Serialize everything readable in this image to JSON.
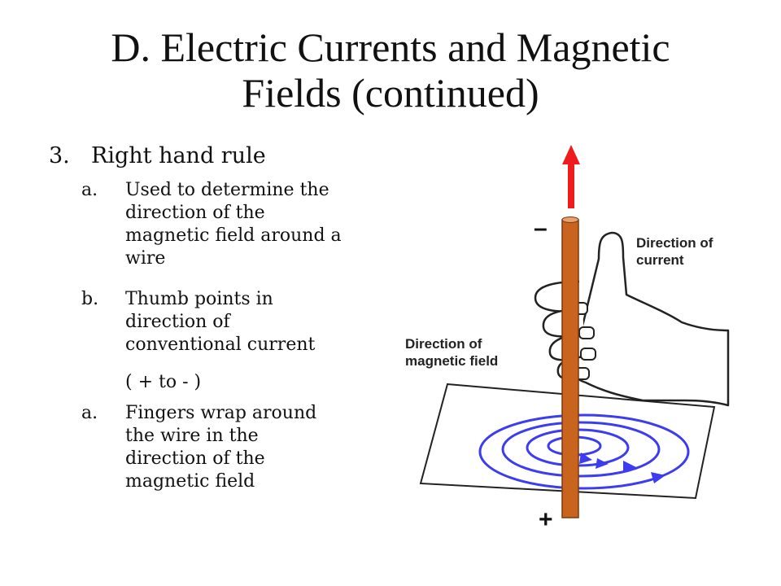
{
  "slide": {
    "title_lines": [
      "D.  Electric Currents and Magnetic",
      "Fields (continued)"
    ],
    "point3": {
      "marker": "3.",
      "text": "Right hand rule"
    },
    "sub_a": {
      "marker": "a.",
      "lines": [
        "Used to determine the",
        "direction of the",
        "magnetic field around a",
        "wire"
      ]
    },
    "sub_b": {
      "marker": "b.",
      "lines": [
        "Thumb points in",
        "direction of",
        "conventional current"
      ]
    },
    "sub_b_note": "( + to - )",
    "sub_c": {
      "marker": "a.",
      "lines": [
        "Fingers wrap around",
        "the wire in the",
        "direction of the",
        "magnetic field"
      ]
    }
  },
  "diagram": {
    "minus_sign": "–",
    "plus_sign": "+",
    "current_label": [
      "Direction of",
      "current"
    ],
    "field_label": [
      "Direction of",
      "magnetic field"
    ],
    "colors": {
      "wire": "#c8641e",
      "arrow": "#ee1c1c",
      "field_lines": "#3c3cf0",
      "outline": "#222222"
    }
  }
}
